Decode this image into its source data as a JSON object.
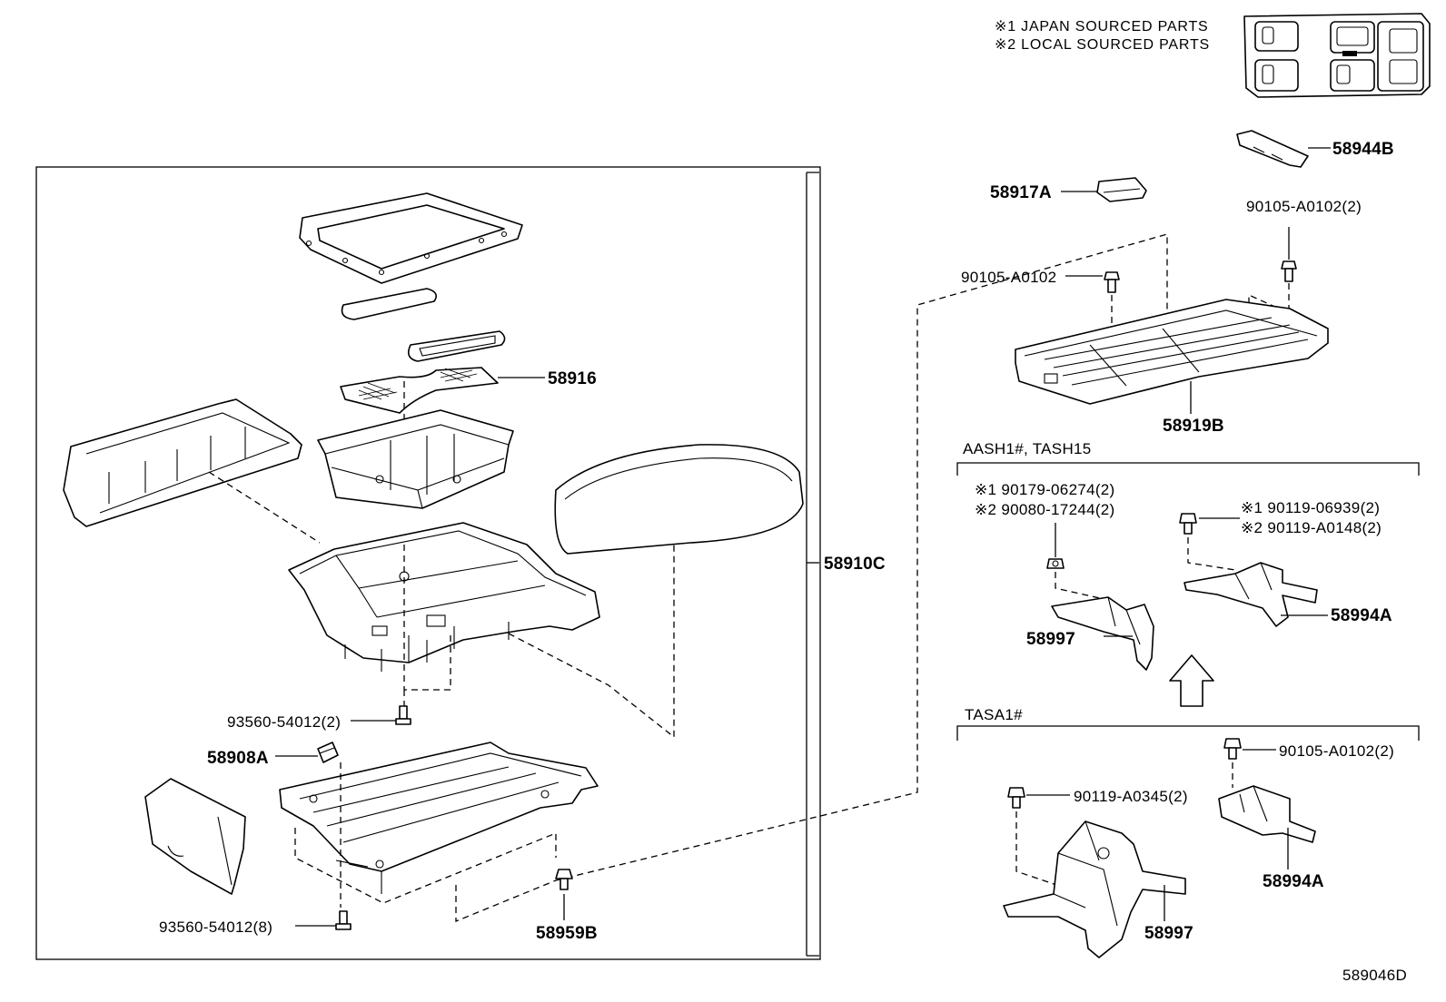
{
  "notes": {
    "japan": "※1 JAPAN SOURCED PARTS",
    "local": "※2 LOCAL SOURCED PARTS"
  },
  "figure_id": "589046D",
  "variant_labels": {
    "aash": "AASH1#, TASH15",
    "tasa": "TASA1#"
  },
  "parts": {
    "p58916": "58916",
    "p58910C": "58910C",
    "p93560_2": "93560-54012(2)",
    "p58908A": "58908A",
    "p93560_8": "93560-54012(8)",
    "p58959B": "58959B",
    "p58944B": "58944B",
    "p58917A": "58917A",
    "p90105_2_top": "90105-A0102(2)",
    "p90105_single": "90105-A0102",
    "p58919B": "58919B",
    "p90179": "※1 90179-06274(2)",
    "p90080": "※2 90080-17244(2)",
    "p90119_06939": "※1 90119-06939(2)",
    "p90119_A0148": "※2 90119-A0148(2)",
    "p58997_a": "58997",
    "p58994A_a": "58994A",
    "p90105_2_bottom": "90105-A0102(2)",
    "p90119_A0345": "90119-A0345(2)",
    "p58994A_b": "58994A",
    "p58997_b": "58997"
  }
}
